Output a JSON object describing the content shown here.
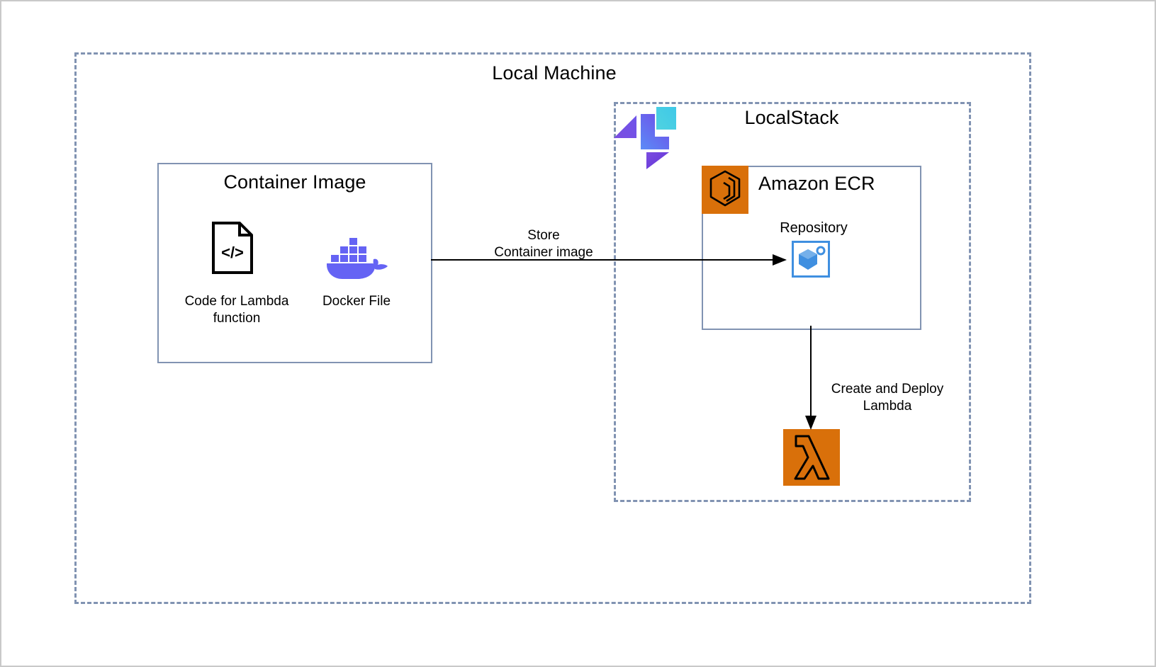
{
  "diagram": {
    "outer": {
      "title": "Local Machine"
    },
    "localstack": {
      "title": "LocalStack",
      "logo_name": "localstack-logo"
    },
    "container_image": {
      "title": "Container Image",
      "items": [
        {
          "icon": "code-file-icon",
          "label": "Code for Lambda\nfunction"
        },
        {
          "icon": "docker-whale-icon",
          "label": "Docker File"
        }
      ]
    },
    "ecr": {
      "title": "Amazon ECR",
      "icon": "amazon-ecr-icon",
      "repository_label": "Repository",
      "repository_icon": "ecr-repository-icon"
    },
    "lambda": {
      "icon": "aws-lambda-icon"
    },
    "arrows": [
      {
        "name": "store-container-image-arrow",
        "label": "Store\nContainer image",
        "from": "container-image",
        "to": "ecr-repository"
      },
      {
        "name": "create-deploy-lambda-arrow",
        "label": "Create and Deploy\nLambda",
        "from": "ecr-repository",
        "to": "aws-lambda"
      }
    ],
    "colors": {
      "dashed_border": "#8193b2",
      "solid_border": "#8193b2",
      "aws_orange": "#d9700a",
      "docker_blue": "#6563f4",
      "repository_blue": "#3f8fe0",
      "localstack_purple": "#6b4ce6",
      "localstack_cyan": "#4fd3e0",
      "text": "#000000",
      "arrow": "#000000",
      "canvas_border": "#c9c9c9"
    }
  }
}
